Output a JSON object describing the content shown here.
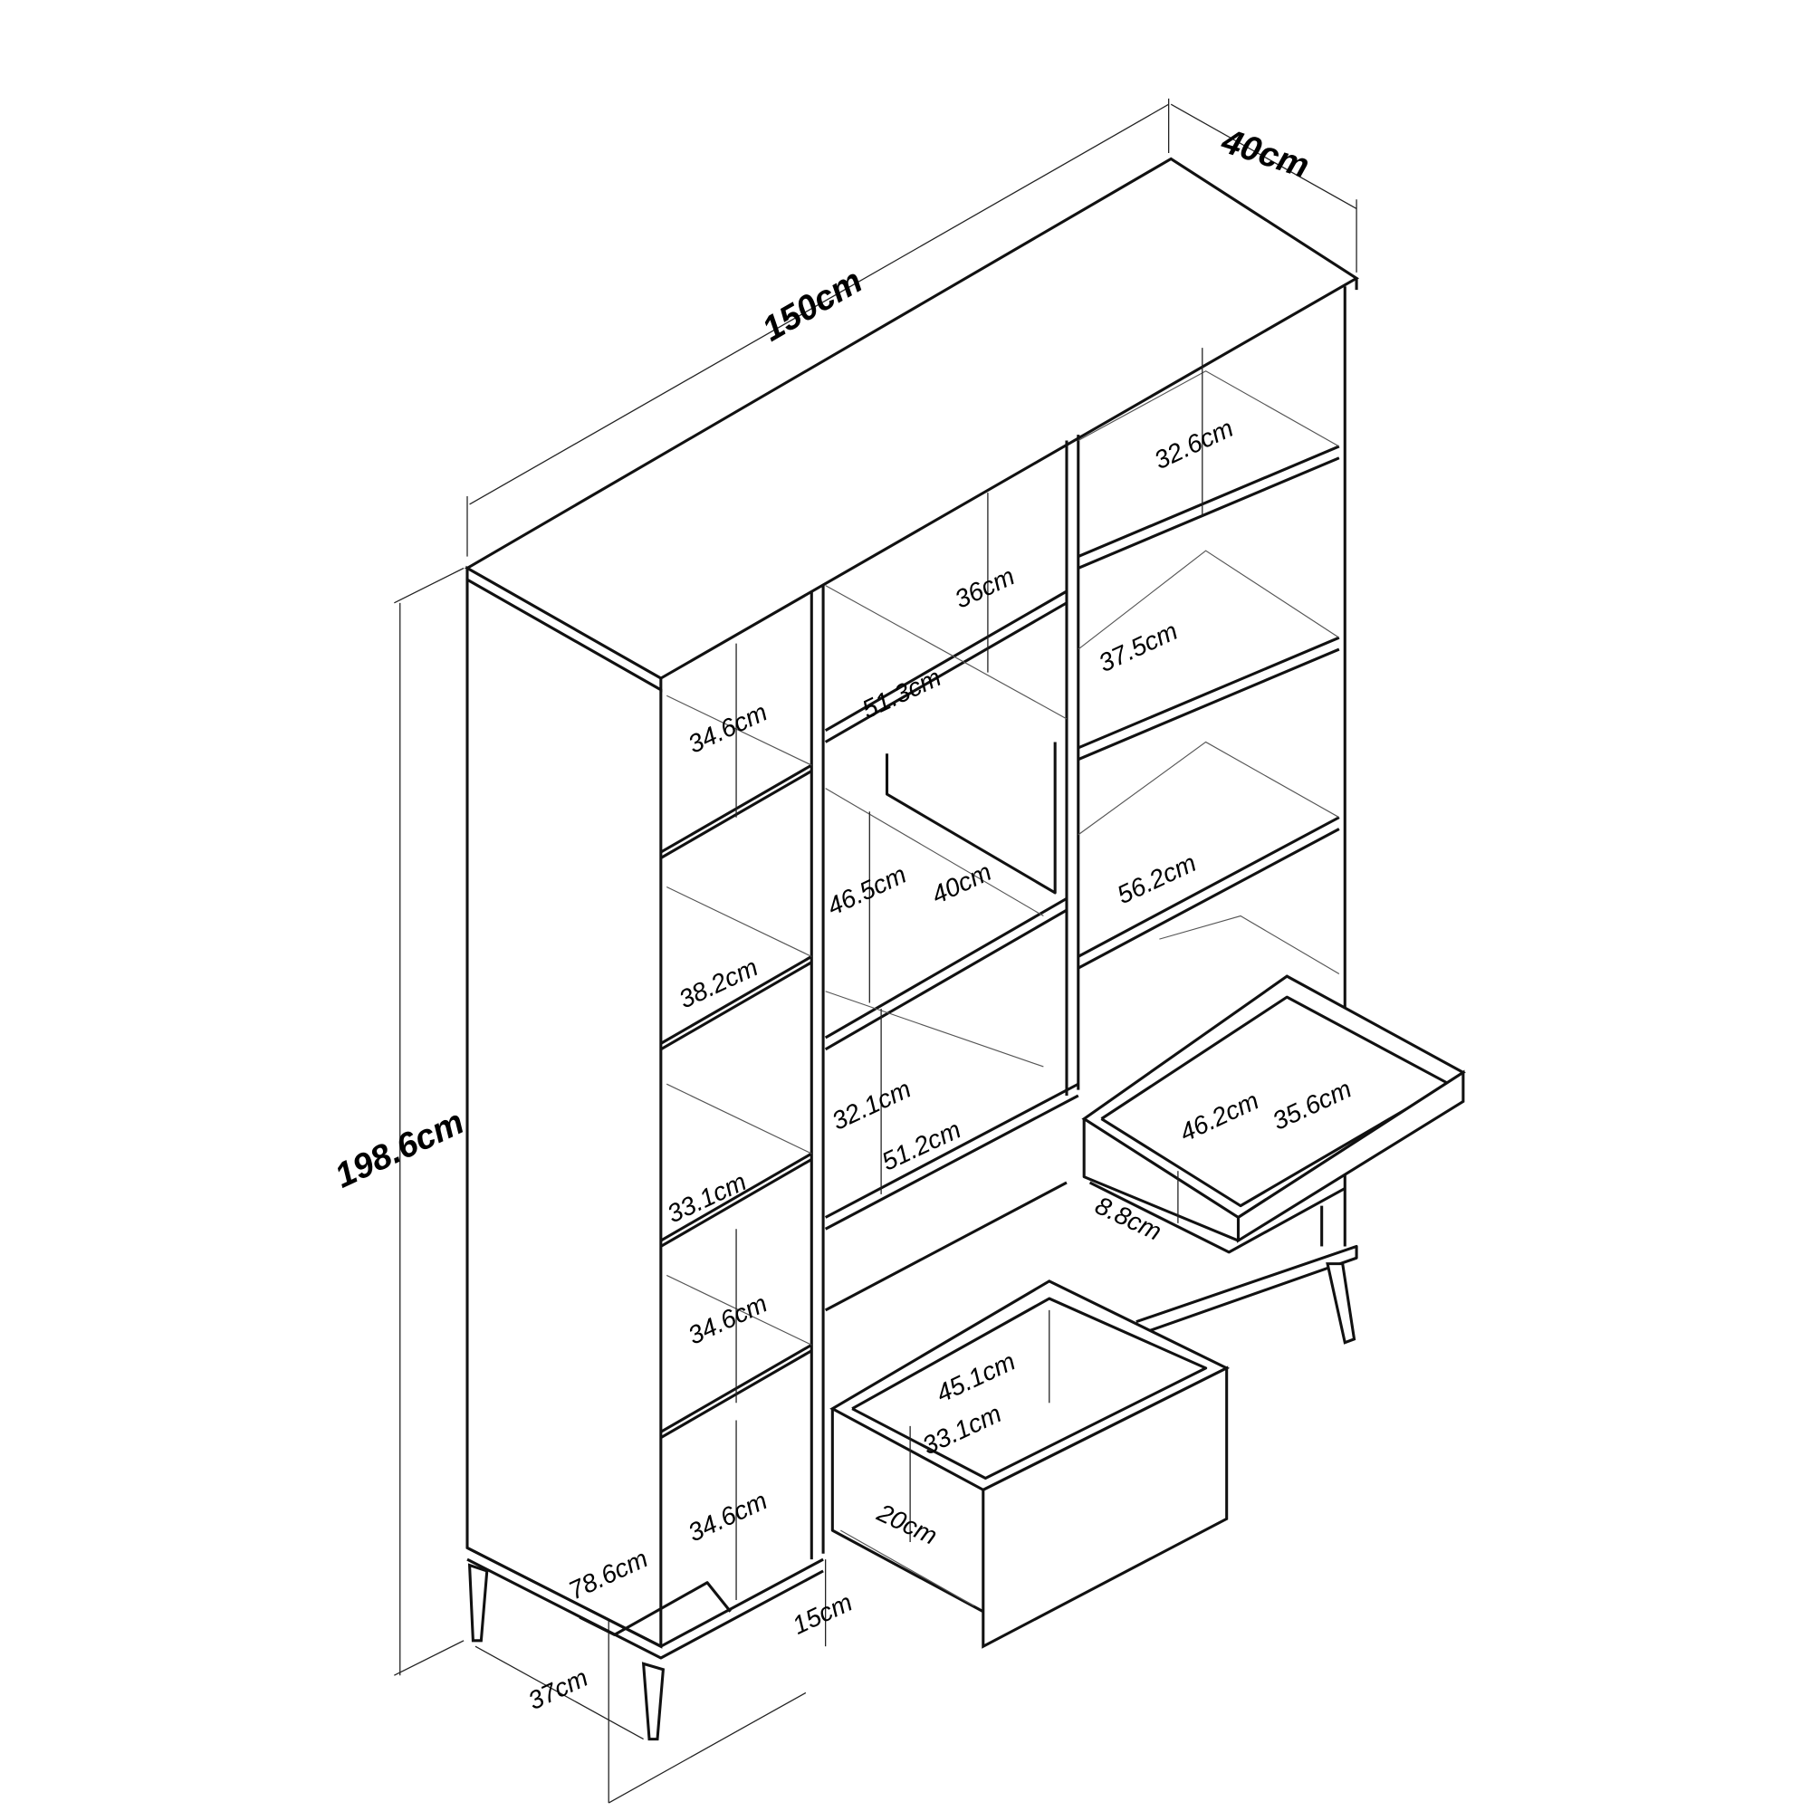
{
  "overall": {
    "width": "150cm",
    "depth": "40cm",
    "height": "198.6cm"
  },
  "left_column": {
    "shelf_heights": [
      "34.6cm",
      "34.6cm",
      "34.6cm"
    ],
    "shelf_depths": [
      "38.2cm",
      "33.1cm"
    ],
    "leg_height": "15cm",
    "base_depth": "37cm",
    "lower_height": "78.6cm"
  },
  "middle_column": {
    "top_height": "36cm",
    "top_width": "51.3cm",
    "mid_height": "46.5cm",
    "mid_depth": "40cm",
    "low_height": "32.1cm",
    "low_width": "51.2cm"
  },
  "right_column": {
    "top_height": "32.6cm",
    "shelf_depth": "37.5cm",
    "shelf_width": "56.2cm"
  },
  "right_drawer": {
    "width": "46.2cm",
    "depth": "35.6cm",
    "height": "8.8cm"
  },
  "bottom_drawer": {
    "width": "45.1cm",
    "depth": "33.1cm",
    "height": "20cm"
  }
}
